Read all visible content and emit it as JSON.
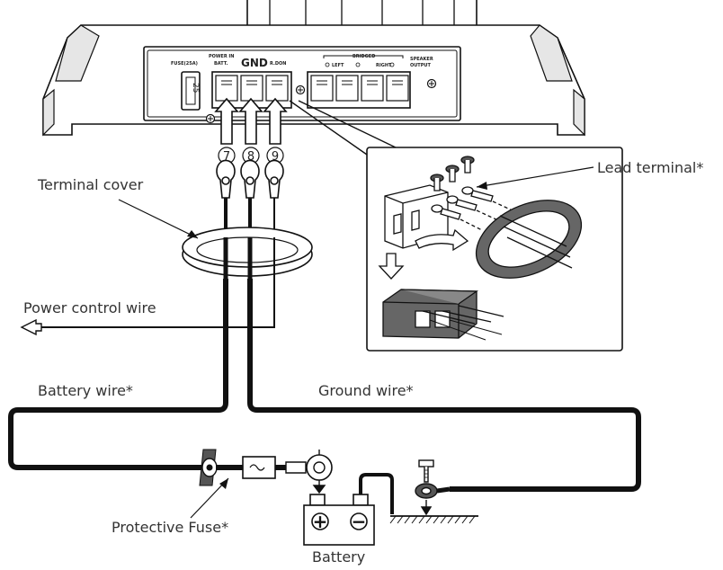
{
  "amplifier": {
    "fuse_label": "FUSE(25A)",
    "power_in_label": "POWER IN",
    "batt_label": "BATT.",
    "gnd_label": "GND",
    "rdon_label": "R.DON",
    "bridged_label": "BRIDGED",
    "left_label": "LEFT",
    "right_label": "RIGHT",
    "speaker_label": "SPEAKER",
    "output_label": "OUTPUT",
    "fuse_value": "25"
  },
  "terminal_numbers": [
    "7",
    "8",
    "9"
  ],
  "labels": {
    "terminal_cover": "Terminal cover",
    "lead_terminal": "Lead terminal*",
    "power_control_wire": "Power control wire",
    "battery_wire": "Battery wire*",
    "ground_wire": "Ground wire*",
    "protective_fuse": "Protective Fuse*",
    "battery": "Battery"
  },
  "battery_symbols": {
    "plus": "+",
    "minus": "−"
  },
  "colors": {
    "line": "#111111",
    "body_fill": "#ffffff",
    "shade": "#e6e6e6",
    "dark": "#555555"
  }
}
